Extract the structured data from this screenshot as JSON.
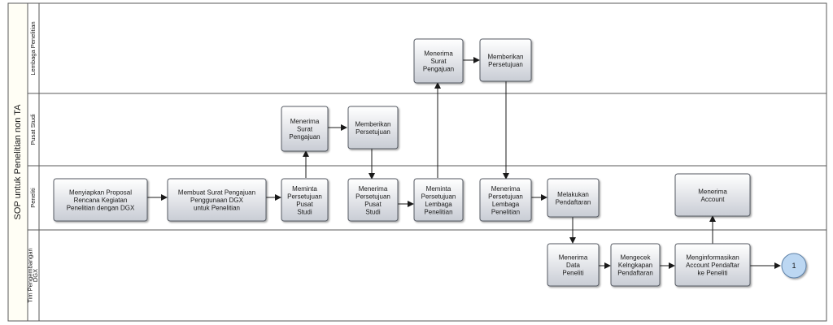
{
  "pool": {
    "title": "SOP untuk Penelitian non TA"
  },
  "lanes": [
    {
      "id": "lembaga",
      "label": [
        "Lembaga Penelitian"
      ]
    },
    {
      "id": "pusat",
      "label": [
        "Pusat Studi"
      ]
    },
    {
      "id": "peneliti",
      "label": [
        "Peneliti"
      ]
    },
    {
      "id": "tim",
      "label": [
        "Tim Pengembangan",
        "DGX"
      ]
    }
  ],
  "nodes": [
    {
      "id": "n1",
      "lines": [
        "Menyiapkan Proposal",
        "Rencana Kegiatan",
        "Penelitian dengan DGX"
      ]
    },
    {
      "id": "n2",
      "lines": [
        "Membuat Surat Pengajuan",
        "Penggunaan DGX",
        "untuk Penelitian"
      ]
    },
    {
      "id": "n3",
      "lines": [
        "Meminta",
        "Persetujuan",
        "Pusat",
        "Studi"
      ]
    },
    {
      "id": "n4",
      "lines": [
        "Menerima",
        "Surat",
        "Pengajuan"
      ]
    },
    {
      "id": "n5",
      "lines": [
        "Memberikan",
        "Persetujuan"
      ]
    },
    {
      "id": "n6",
      "lines": [
        "Menerima",
        "Persetujuan",
        "Pusat",
        "Studi"
      ]
    },
    {
      "id": "n7",
      "lines": [
        "Meminta",
        "Persetujuan",
        "Lembaga",
        "Penelitian"
      ]
    },
    {
      "id": "n8",
      "lines": [
        "Menerima",
        "Surat",
        "Pengajuan"
      ]
    },
    {
      "id": "n9",
      "lines": [
        "Memberikan",
        "Persetujuan"
      ]
    },
    {
      "id": "n10",
      "lines": [
        "Menerima",
        "Persetujuan",
        "Lembaga",
        "Penelitian"
      ]
    },
    {
      "id": "n11",
      "lines": [
        "Melakukan",
        "Pendaftaran"
      ]
    },
    {
      "id": "n12",
      "lines": [
        "Menerima",
        "Data",
        "Peneliti"
      ]
    },
    {
      "id": "n13",
      "lines": [
        "Mengecek",
        "Kelngkapan",
        "Pendaftaran"
      ]
    },
    {
      "id": "n14",
      "lines": [
        "Menginformasikan",
        "Account Pendaftar",
        "ke Peneliti"
      ]
    },
    {
      "id": "n15",
      "lines": [
        "Menerima",
        "Account"
      ]
    }
  ],
  "connector": {
    "label": "1"
  },
  "colors": {
    "box_top": "#ffffff",
    "box_bottom": "#c8ccd4",
    "box_border": "#555a63",
    "lane_border": "#5a5a5a",
    "connector_fill": "#bcd7f2",
    "connector_border": "#5b7fa6",
    "edge": "#1a1a1a",
    "pool_bg": "#fffef5"
  }
}
